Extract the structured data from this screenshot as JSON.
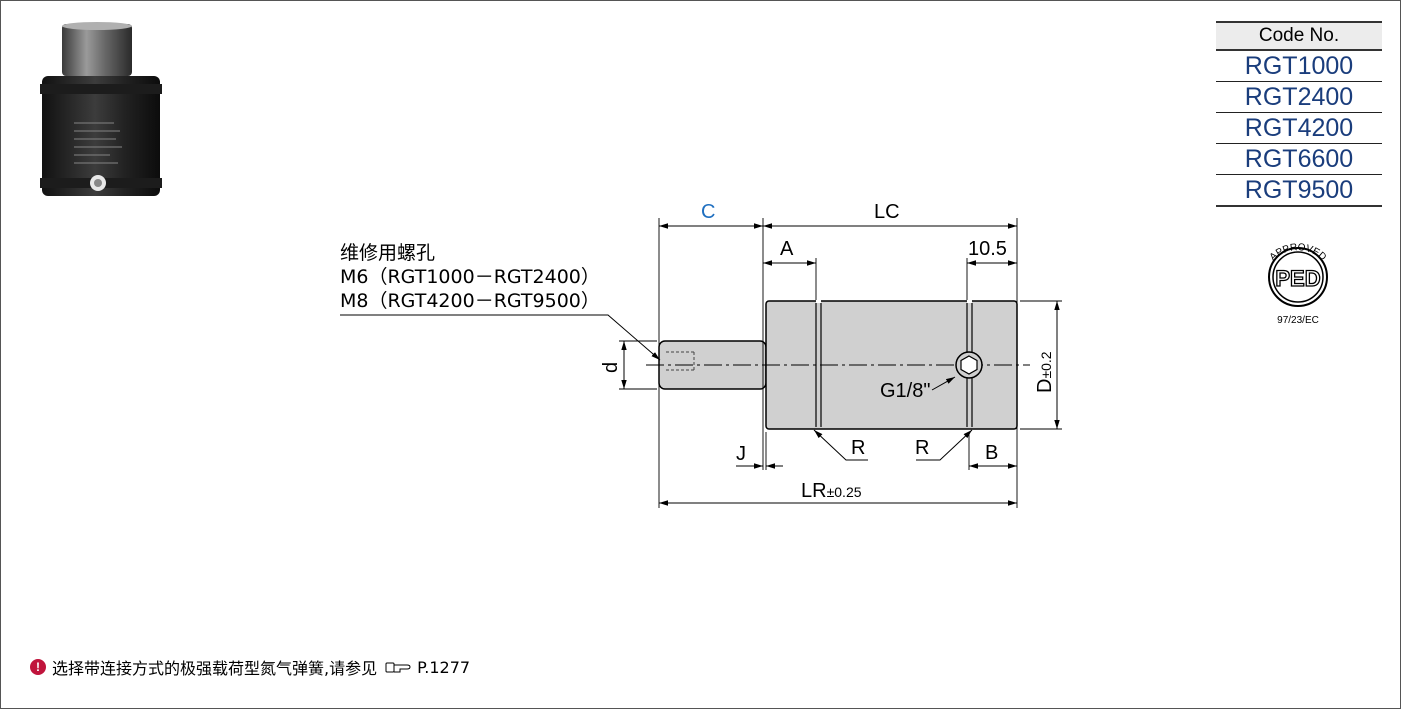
{
  "code_table": {
    "header": "Code No.",
    "codes": [
      "RGT1000",
      "RGT2400",
      "RGT4200",
      "RGT6600",
      "RGT9500"
    ]
  },
  "ped_mark": {
    "approved": "APPROVED",
    "center": "PED",
    "directive": "97/23/EC"
  },
  "callout": {
    "title": "维修用螺孔",
    "line1": "M6（RGT1000－RGT2400）",
    "line2": "M8（RGT4200－RGT9500）"
  },
  "dimensions": {
    "c": "C",
    "lc": "LC",
    "a": "A",
    "width_10_5": "10.5",
    "d_small": "d",
    "d_big": "D",
    "d_tol": "±0.2",
    "port": "G1/8\"",
    "r_left": "R",
    "r_right": "R",
    "j": "J",
    "b": "B",
    "lr": "LR",
    "lr_tol": "±0.25"
  },
  "note": {
    "icon": "!",
    "text": "选择带连接方式的极强载荷型氮气弹簧,请参见",
    "page_ref": "P.1277"
  },
  "colors": {
    "code_blue": "#1a3d7c",
    "dim_c_blue": "#1f6fc0",
    "note_red": "#c0143c"
  }
}
